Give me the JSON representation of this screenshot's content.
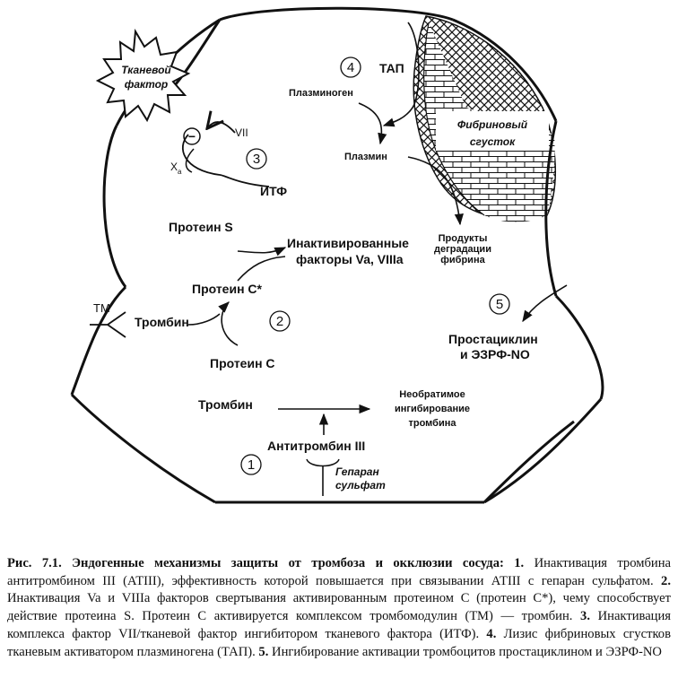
{
  "diagram": {
    "tissue_factor": [
      "Тканевой",
      "фактор"
    ],
    "minus_sign": "−",
    "factor_vii": "VII",
    "factor_xa": "X",
    "factor_xa_sub": "a",
    "itf": "ИТФ",
    "tap": "ТАП",
    "plasminogen": "Плазминоген",
    "plasmin": "Плазмин",
    "fibrin_clot": [
      "Фибриновый",
      "сгусток"
    ],
    "degradation_products": [
      "Продукты",
      "деградации",
      "фибрина"
    ],
    "protein_s": "Протеин S",
    "inactivated": [
      "Инактивированные",
      "факторы Va, VIIIa"
    ],
    "protein_c_active": "Протеин C*",
    "protein_c": "Протеин C",
    "tm": "ТМ",
    "thrombin_1": "Тромбин",
    "thrombin_2": "Тромбин",
    "irreversible": [
      "Необратимое",
      "ингибирование",
      "тромбина"
    ],
    "antithrombin": "Антитромбин III",
    "heparan": [
      "Гепаран",
      "сульфат"
    ],
    "prostacyclin": [
      "Простациклин",
      "и ЭЗРФ-NO"
    ],
    "numbers": {
      "n1": "1",
      "n2": "2",
      "n3": "3",
      "n4": "4",
      "n5": "5"
    }
  },
  "caption": {
    "title": "Рис. 7.1. Эндогенные механизмы защиты от тромбоза и окклюзии сосуда:",
    "s1_num": "1.",
    "s1": "Инактивация тромбина антитромбином III (АТIII), эффективность которой повышается при связывании АТIII с гепаран сульфатом.",
    "s2_num": "2.",
    "s2": "Инактивация Va и VIIIa факторов свертывания активированным протеином C (протеин C*), чему способствует действие протеина S. Протеин C активируется комплексом тромбомодулин (ТМ) — тромбин.",
    "s3_num": "3.",
    "s3": "Инактивация комплекса фактор VII/тканевой фактор ингибитором тканевого фактора (ИТФ).",
    "s4_num": "4.",
    "s4": "Лизис фибриновых сгустков тканевым активатором плазминогена (ТАП).",
    "s5_num": "5.",
    "s5": "Ингибирование активации тромбоцитов простациклином и ЭЗРФ-NO"
  }
}
